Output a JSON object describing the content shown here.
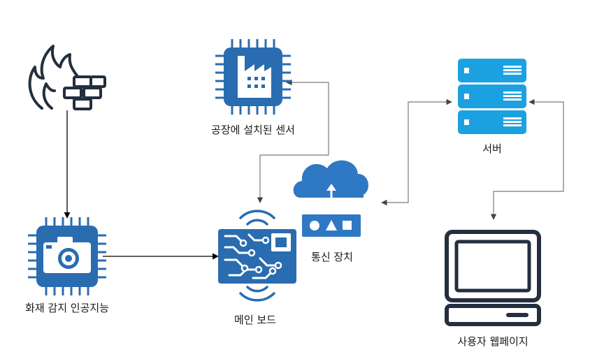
{
  "nodes": {
    "fire_sensor": {
      "label": "",
      "icon": "fire-wall-icon"
    },
    "ai_camera": {
      "label": "화재 감지 인공지능",
      "icon": "camera-chip-icon"
    },
    "factory_sensor": {
      "label": "공장에 설치된 센서",
      "icon": "factory-chip-icon"
    },
    "main_board": {
      "label": "메인 보드",
      "icon": "circuit-board-icon"
    },
    "comm_device": {
      "label": "통신 장치",
      "icon": "cloud-router-icon"
    },
    "server": {
      "label": "서버",
      "icon": "server-rack-icon"
    },
    "webpage": {
      "label": "사용자 웹페이지",
      "icon": "monitor-icon"
    }
  },
  "colors": {
    "chip_blue": "#2a6cb0",
    "chip_pin": "#2a6cb0",
    "cloud_blue": "#2f78c4",
    "server_cyan": "#1ba1e2",
    "outline_dark": "#232f3e",
    "connector_gray": "#7a7a7a",
    "arrow_black": "#000000"
  }
}
